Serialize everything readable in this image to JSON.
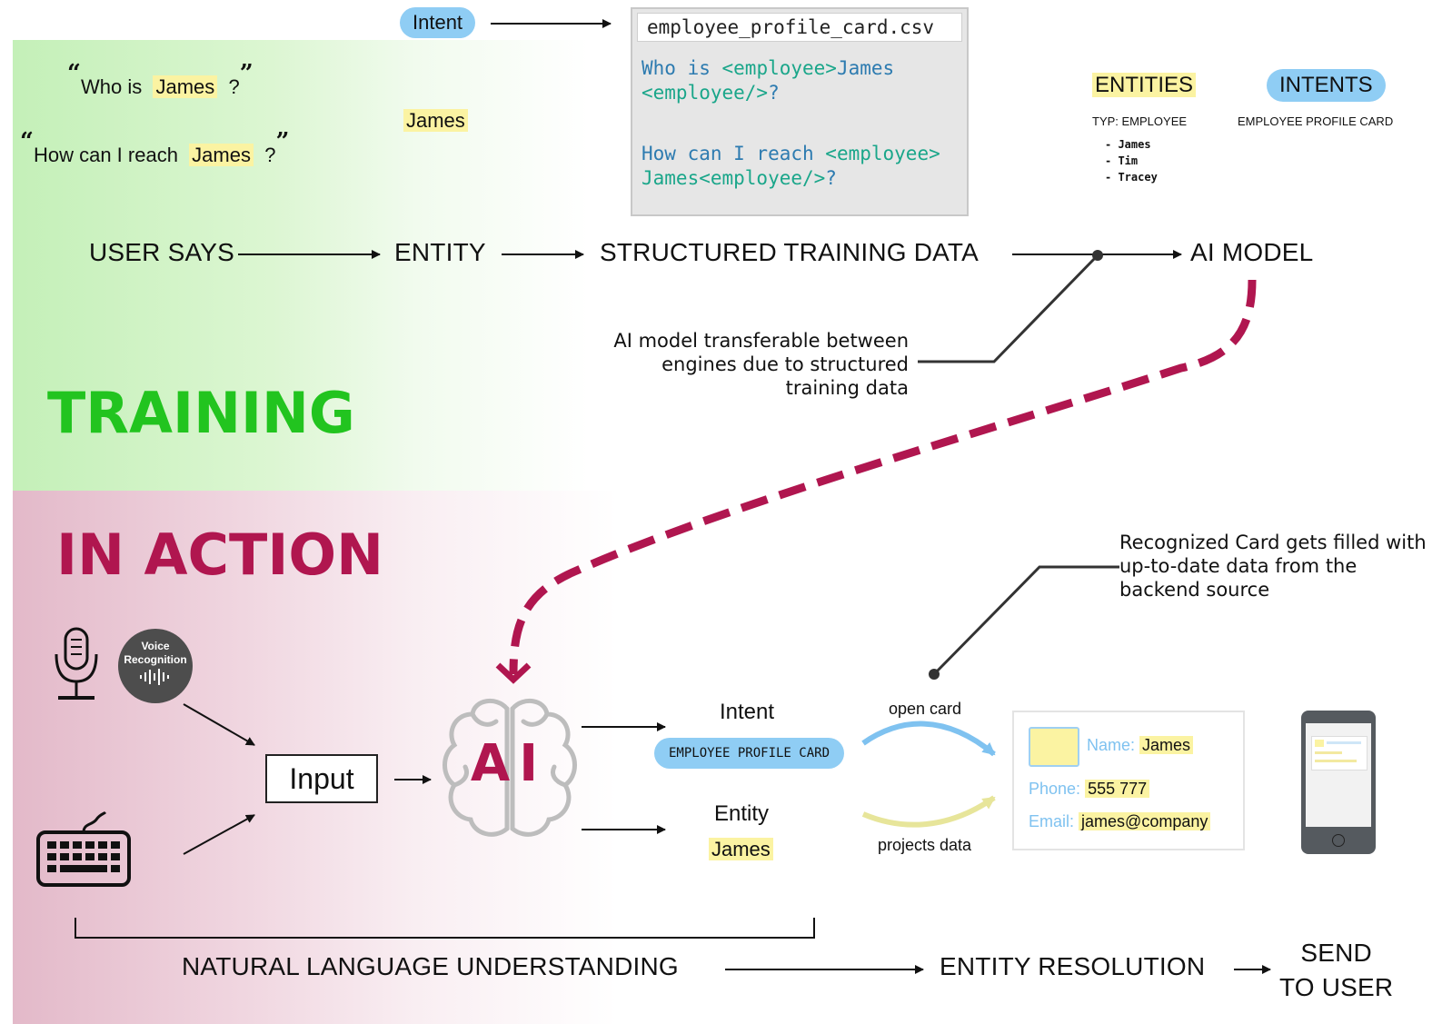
{
  "sections": {
    "training": "TRAINING",
    "in_action": "IN ACTION"
  },
  "training": {
    "intent_pill": "Intent",
    "entity_example": "James",
    "utterances": [
      {
        "before": "Who is",
        "entity": "James",
        "after": "?"
      },
      {
        "before": "How can I reach",
        "entity": "James",
        "after": "?"
      }
    ],
    "csv": {
      "filename": "employee_profile_card.csv",
      "lines": [
        {
          "blue": "Who is ",
          "green": "<employee>",
          "blue2": "James"
        },
        {
          "blue": "",
          "green": "<employee/>",
          "blue2": "?"
        },
        {
          "blue": "How can I reach ",
          "green": "<employee>",
          "blue2": ""
        },
        {
          "blue": "",
          "green": "James<employee/>",
          "blue2": "?"
        }
      ]
    },
    "entities": {
      "title": "ENTITIES",
      "type": "TYP: EMPLOYEE",
      "items": [
        "- James",
        "- Tim",
        "- Tracey"
      ]
    },
    "intents": {
      "title": "INTENTS",
      "item": "EMPLOYEE PROFILE CARD"
    },
    "flow": [
      "USER SAYS",
      "ENTITY",
      "STRUCTURED TRAINING DATA",
      "AI MODEL"
    ],
    "note": [
      "AI model transferable between",
      "engines due to structured",
      "training data"
    ]
  },
  "action": {
    "voice_badge": [
      "Voice",
      "Recognition"
    ],
    "input_label": "Input",
    "ai_label": "AI",
    "intent_label": "Intent",
    "intent_pill": "EMPLOYEE PROFILE CARD",
    "entity_label": "Entity",
    "entity_value": "James",
    "open_card": "open card",
    "projects_data": "projects data",
    "card": {
      "name_label": "Name:",
      "name_value": "James",
      "phone_label": "Phone:",
      "phone_value": "555 777",
      "email_label": "Email:",
      "email_value": "james@company"
    },
    "note": [
      "Recognized Card gets filled with",
      "up-to-date data from the",
      "backend source"
    ],
    "flow": [
      "NATURAL LANGUAGE UNDERSTANDING",
      "ENTITY RESOLUTION"
    ],
    "send": [
      "SEND",
      "TO USER"
    ]
  },
  "colors": {
    "training_green": "#22c41f",
    "action_magenta": "#b0164f",
    "pill_blue": "#8fcdf4",
    "highlight_yellow": "#fbf3a2"
  }
}
